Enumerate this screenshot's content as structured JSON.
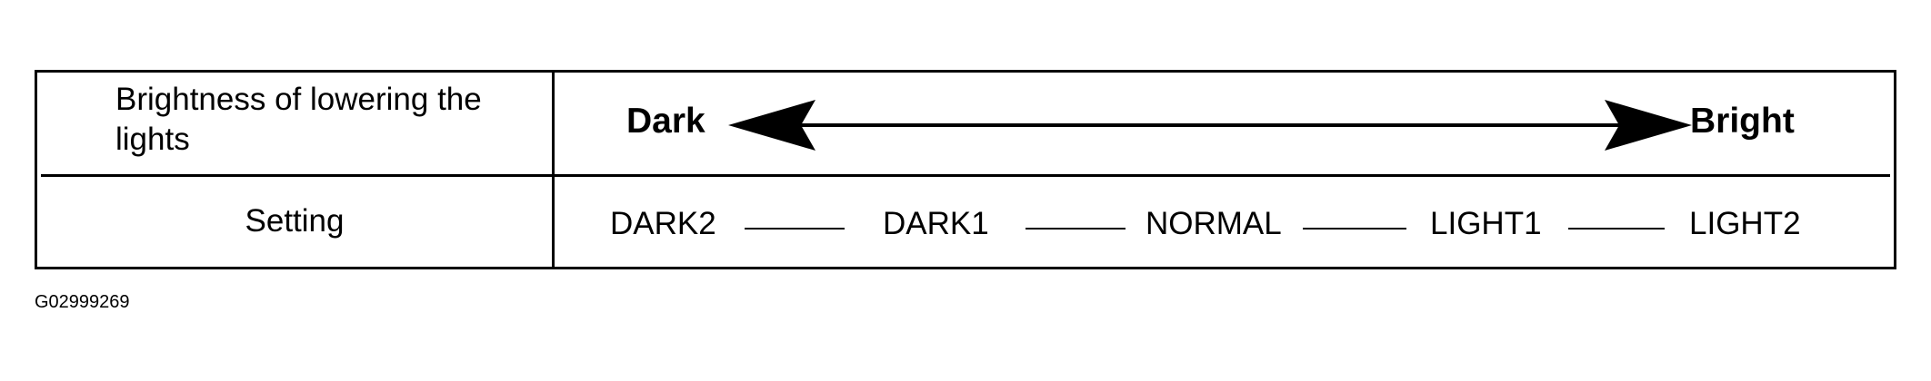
{
  "table": {
    "row1_label": "Brightness of lowering the lights",
    "row2_label": "Setting",
    "scale_left": "Dark",
    "scale_right": "Bright"
  },
  "settings": [
    "DARK2",
    "DARK1",
    "NORMAL",
    "LIGHT1",
    "LIGHT2"
  ],
  "figure_id": "G02999269"
}
